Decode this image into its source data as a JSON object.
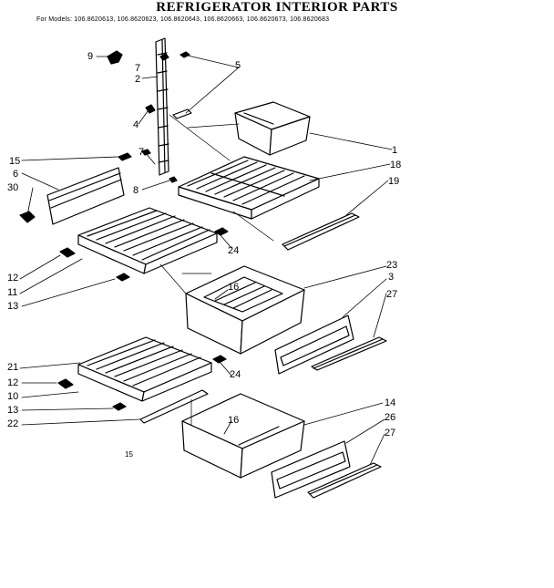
{
  "title": "REFRIGERATOR INTERIOR PARTS",
  "models_line": "For Models: 106.8620613, 106.8620623, 106.8620643, 106.8620663, 106.8620673, 106.8620683",
  "footnote": "15",
  "callouts": {
    "c9": "9",
    "c7a": "7",
    "c5": "5",
    "c2": "2",
    "c4": "4",
    "c1": "1",
    "c15": "15",
    "c6": "6",
    "c7b": "7",
    "c18": "18",
    "c30": "30",
    "c8": "8",
    "c19": "19",
    "c24a": "24",
    "c12a": "12",
    "c11": "11",
    "c13a": "13",
    "c23": "23",
    "c3": "3",
    "c16a": "16",
    "c27a": "27",
    "c21": "21",
    "c24b": "24",
    "c12b": "12",
    "c10": "10",
    "c13b": "13",
    "c22": "22",
    "c14": "14",
    "c16b": "16",
    "c26": "26",
    "c27b": "27"
  }
}
